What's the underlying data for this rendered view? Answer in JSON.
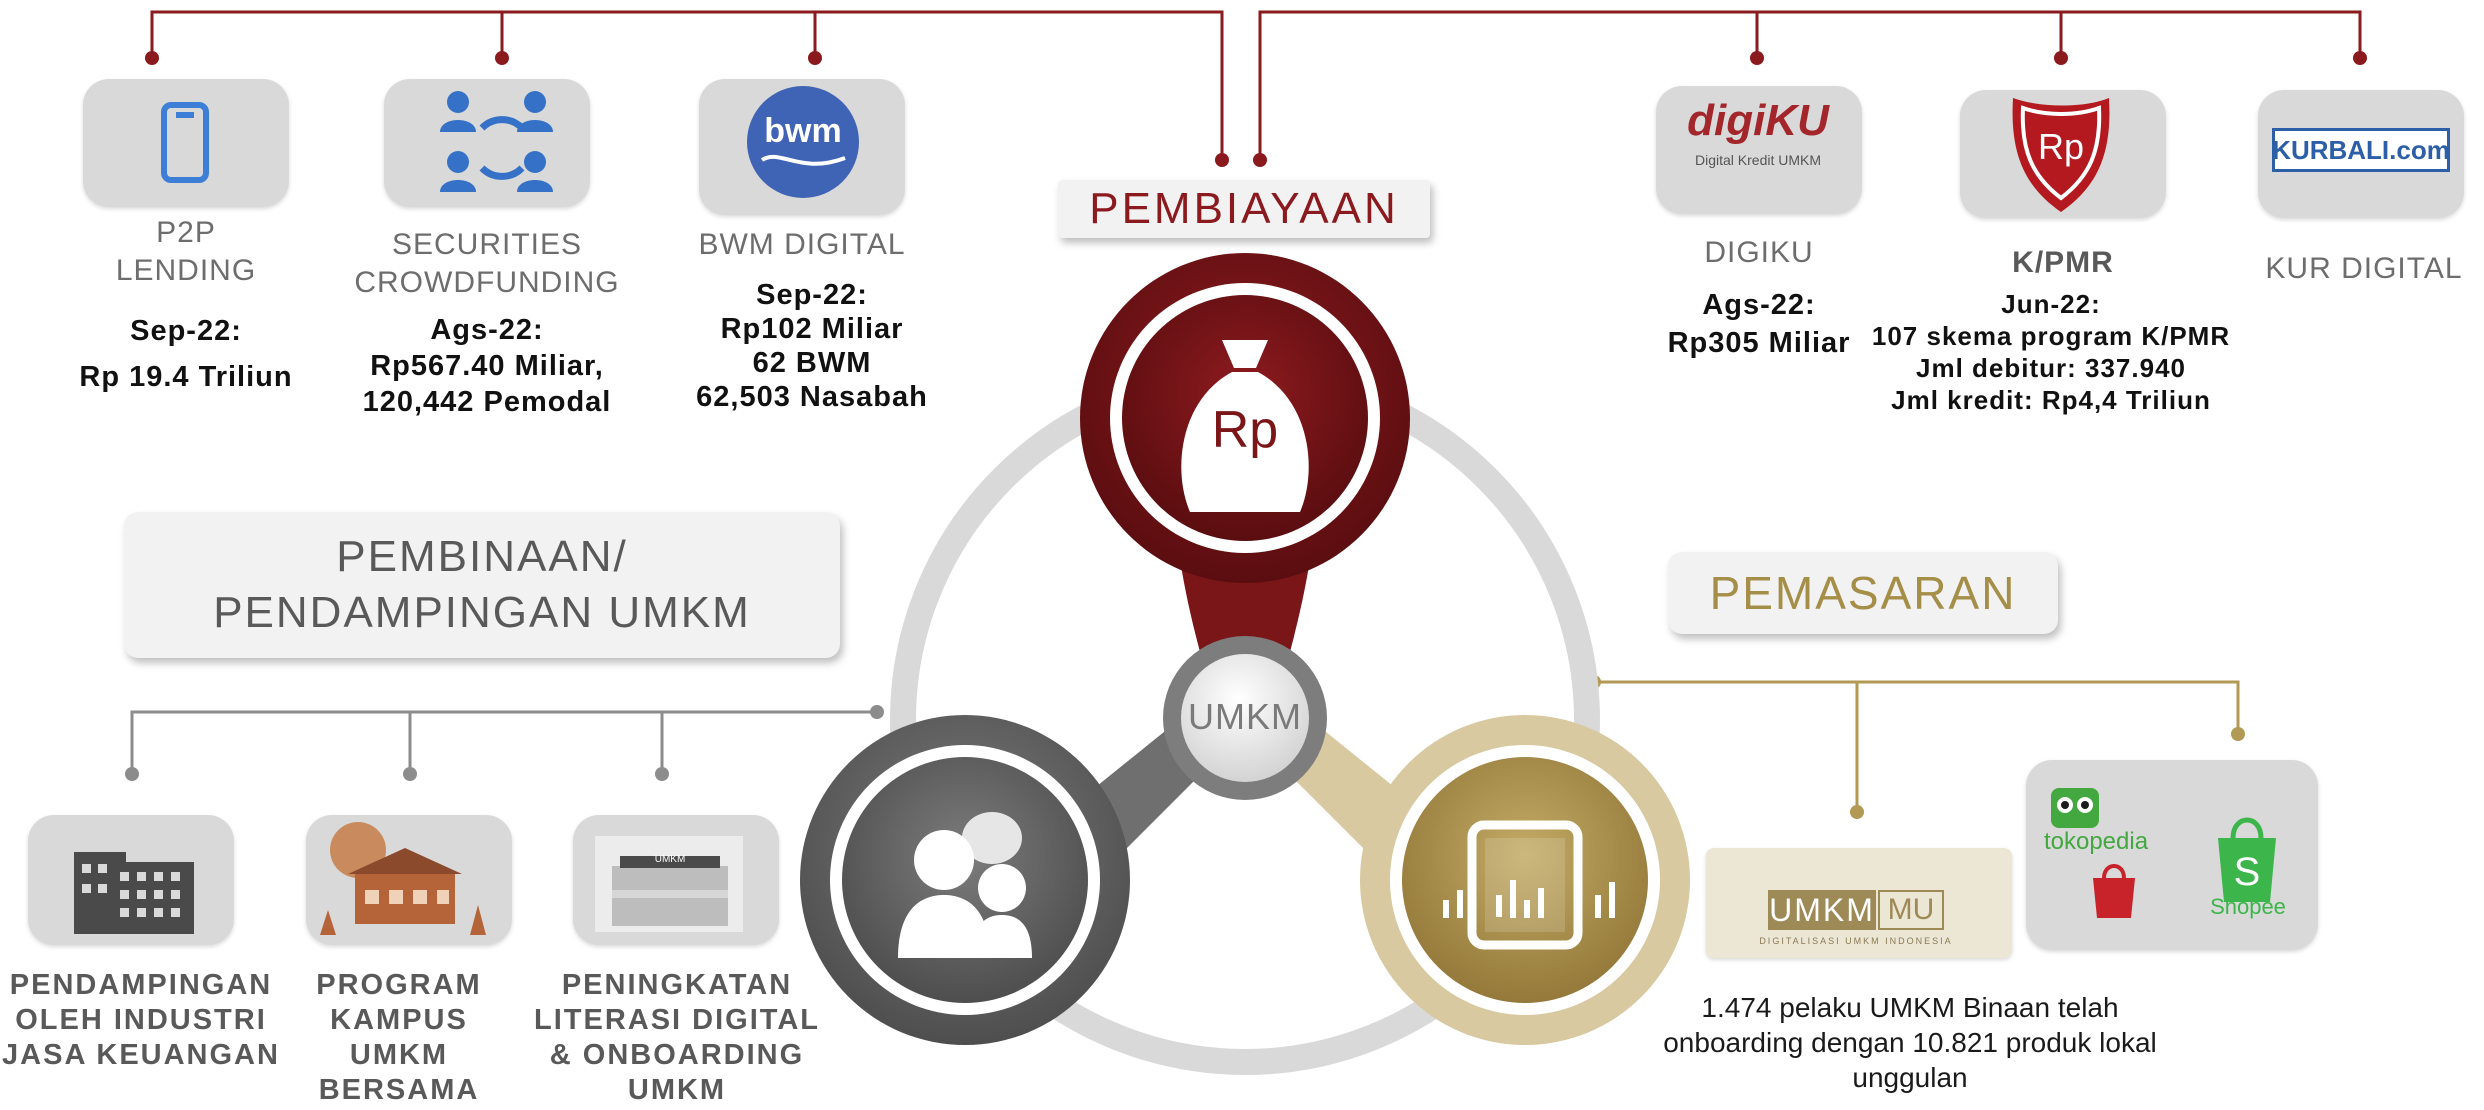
{
  "center": {
    "label": "UMKM"
  },
  "pembiayaan": {
    "title": "PEMBIAYAAN",
    "rp_symbol": "Rp",
    "items": [
      {
        "caption": [
          "P2P",
          "LENDING"
        ],
        "stats": [
          "Sep-22:",
          "Rp  19.4 Triliun"
        ],
        "icon": "mobile-phone-icon"
      },
      {
        "caption": [
          "SECURITIES",
          "CROWDFUNDING"
        ],
        "stats": [
          "Ags-22:",
          "Rp567.40 Miliar,",
          "120,442 Pemodal"
        ],
        "icon": "people-cycle-icon"
      },
      {
        "caption": [
          "BWM DIGITAL"
        ],
        "stats": [
          "Sep-22:",
          "Rp102 Miliar",
          "62 BWM",
          "62,503 Nasabah"
        ],
        "icon": "bwm-logo",
        "logo_text": "bwm"
      },
      {
        "caption": [
          "DIGIKU"
        ],
        "stats": [
          "Ags-22:",
          "Rp305 Miliar"
        ],
        "icon": "digiku-logo",
        "logo_text": "digiKU",
        "logo_sub": "Digital Kredit UMKM"
      },
      {
        "caption": [
          "K/PMR"
        ],
        "stats": [
          "Jun-22:",
          "107 skema program K/PMR",
          "Jml debitur: 337.940",
          "Jml kredit: Rp4,4 Triliun"
        ],
        "icon": "kpmr-shield-logo",
        "logo_text": "Rp"
      },
      {
        "caption": [
          "KUR DIGITAL"
        ],
        "stats": [],
        "icon": "kurbali-logo",
        "logo_text": "KURBALI.com"
      }
    ]
  },
  "pembinaan": {
    "title": [
      "PEMBINAAN/",
      "PENDAMPINGAN UMKM"
    ],
    "items": [
      {
        "caption": [
          "PENDAMPINGAN",
          "OLEH INDUSTRI",
          "JASA KEUANGAN"
        ],
        "icon": "building-icon"
      },
      {
        "caption": [
          "PROGRAM",
          "KAMPUS",
          "UMKM",
          "BERSAMA"
        ],
        "icon": "campus-illustration"
      },
      {
        "caption": [
          "PENINGKATAN",
          "LITERASI DIGITAL",
          "& ONBOARDING",
          "UMKM"
        ],
        "icon": "storefront-illustration",
        "sign_text": "UMKM"
      }
    ]
  },
  "pemasaran": {
    "title": "PEMASARAN",
    "umkmmu_logo": {
      "left": "UMKM",
      "right": "MU",
      "sub": "DIGITALISASI UMKM INDONESIA"
    },
    "marketplaces": [
      "tokopedia",
      "Shopee"
    ],
    "description": [
      "1.474 pelaku UMKM Binaan telah",
      "onboarding dengan 10.821 produk lokal",
      "unggulan"
    ]
  },
  "colors": {
    "maroon": "#7a1518",
    "gold": "#b29a55",
    "gray": "#6f6f6f",
    "ring": "#d9d9d9"
  }
}
